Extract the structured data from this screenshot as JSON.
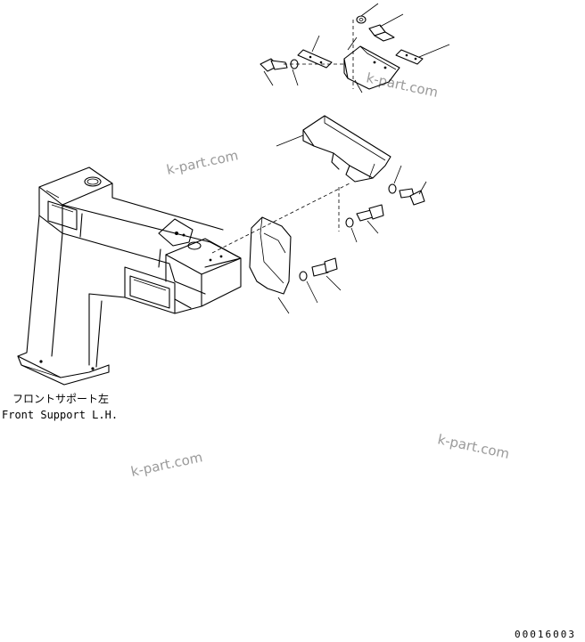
{
  "caption": {
    "jp": "フロントサポート左",
    "en": "Front Support L.H."
  },
  "drawing_number": "00016003",
  "watermarks": [
    "k-part.com",
    "k-part.com",
    "k-part.com",
    "k-part.com"
  ]
}
